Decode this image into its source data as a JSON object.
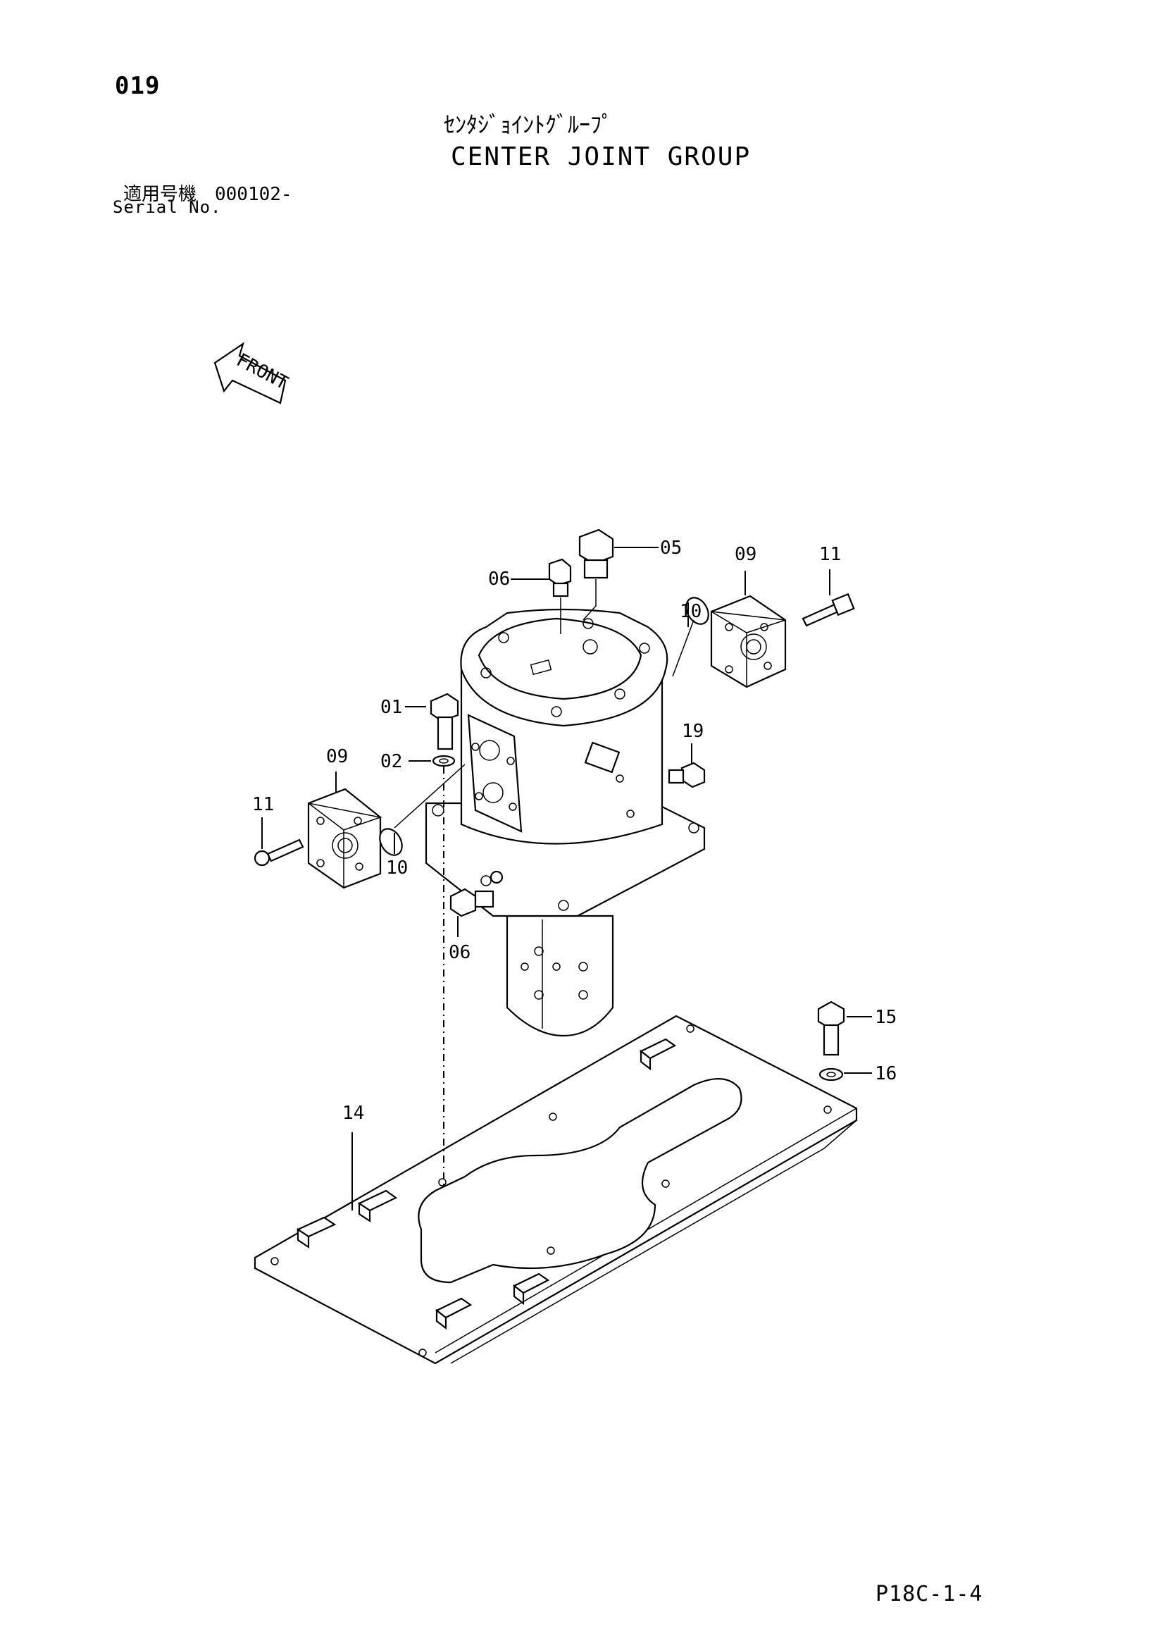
{
  "header": {
    "page_number": "019",
    "title_jp": "ｾﾝﾀｼﾞｮｲﾝﾄｸﾞﾙｰﾌﾟ",
    "title_en": "CENTER JOINT GROUP",
    "serial_label_jp": "適用号機　000102-",
    "serial_label_en": "Serial No."
  },
  "front_marker": {
    "label": "FRONT"
  },
  "callouts": {
    "c05": "05",
    "c06_top": "06",
    "c09_right": "09",
    "c11_right": "11",
    "c10_right": "10",
    "c01": "01",
    "c19": "19",
    "c09_left": "09",
    "c02": "02",
    "c11_left": "11",
    "c10_left": "10",
    "c06_bottom": "06",
    "c15": "15",
    "c16": "16",
    "c14": "14"
  },
  "footer": {
    "code": "P18C-1-4"
  }
}
